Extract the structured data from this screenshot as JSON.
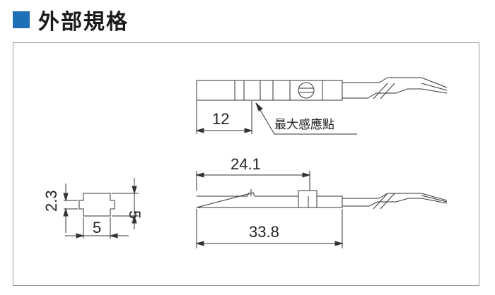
{
  "header": {
    "title": "外部規格",
    "accent_color": "#1e6fb5"
  },
  "drawing": {
    "top_view": {
      "dimension": "12",
      "sensing_point_label": "最大感應點"
    },
    "side_view": {
      "dimension_upper": "24.1",
      "dimension_lower": "33.8"
    },
    "end_view": {
      "height_small": "2.3",
      "height_total": "5",
      "width": "5"
    }
  }
}
